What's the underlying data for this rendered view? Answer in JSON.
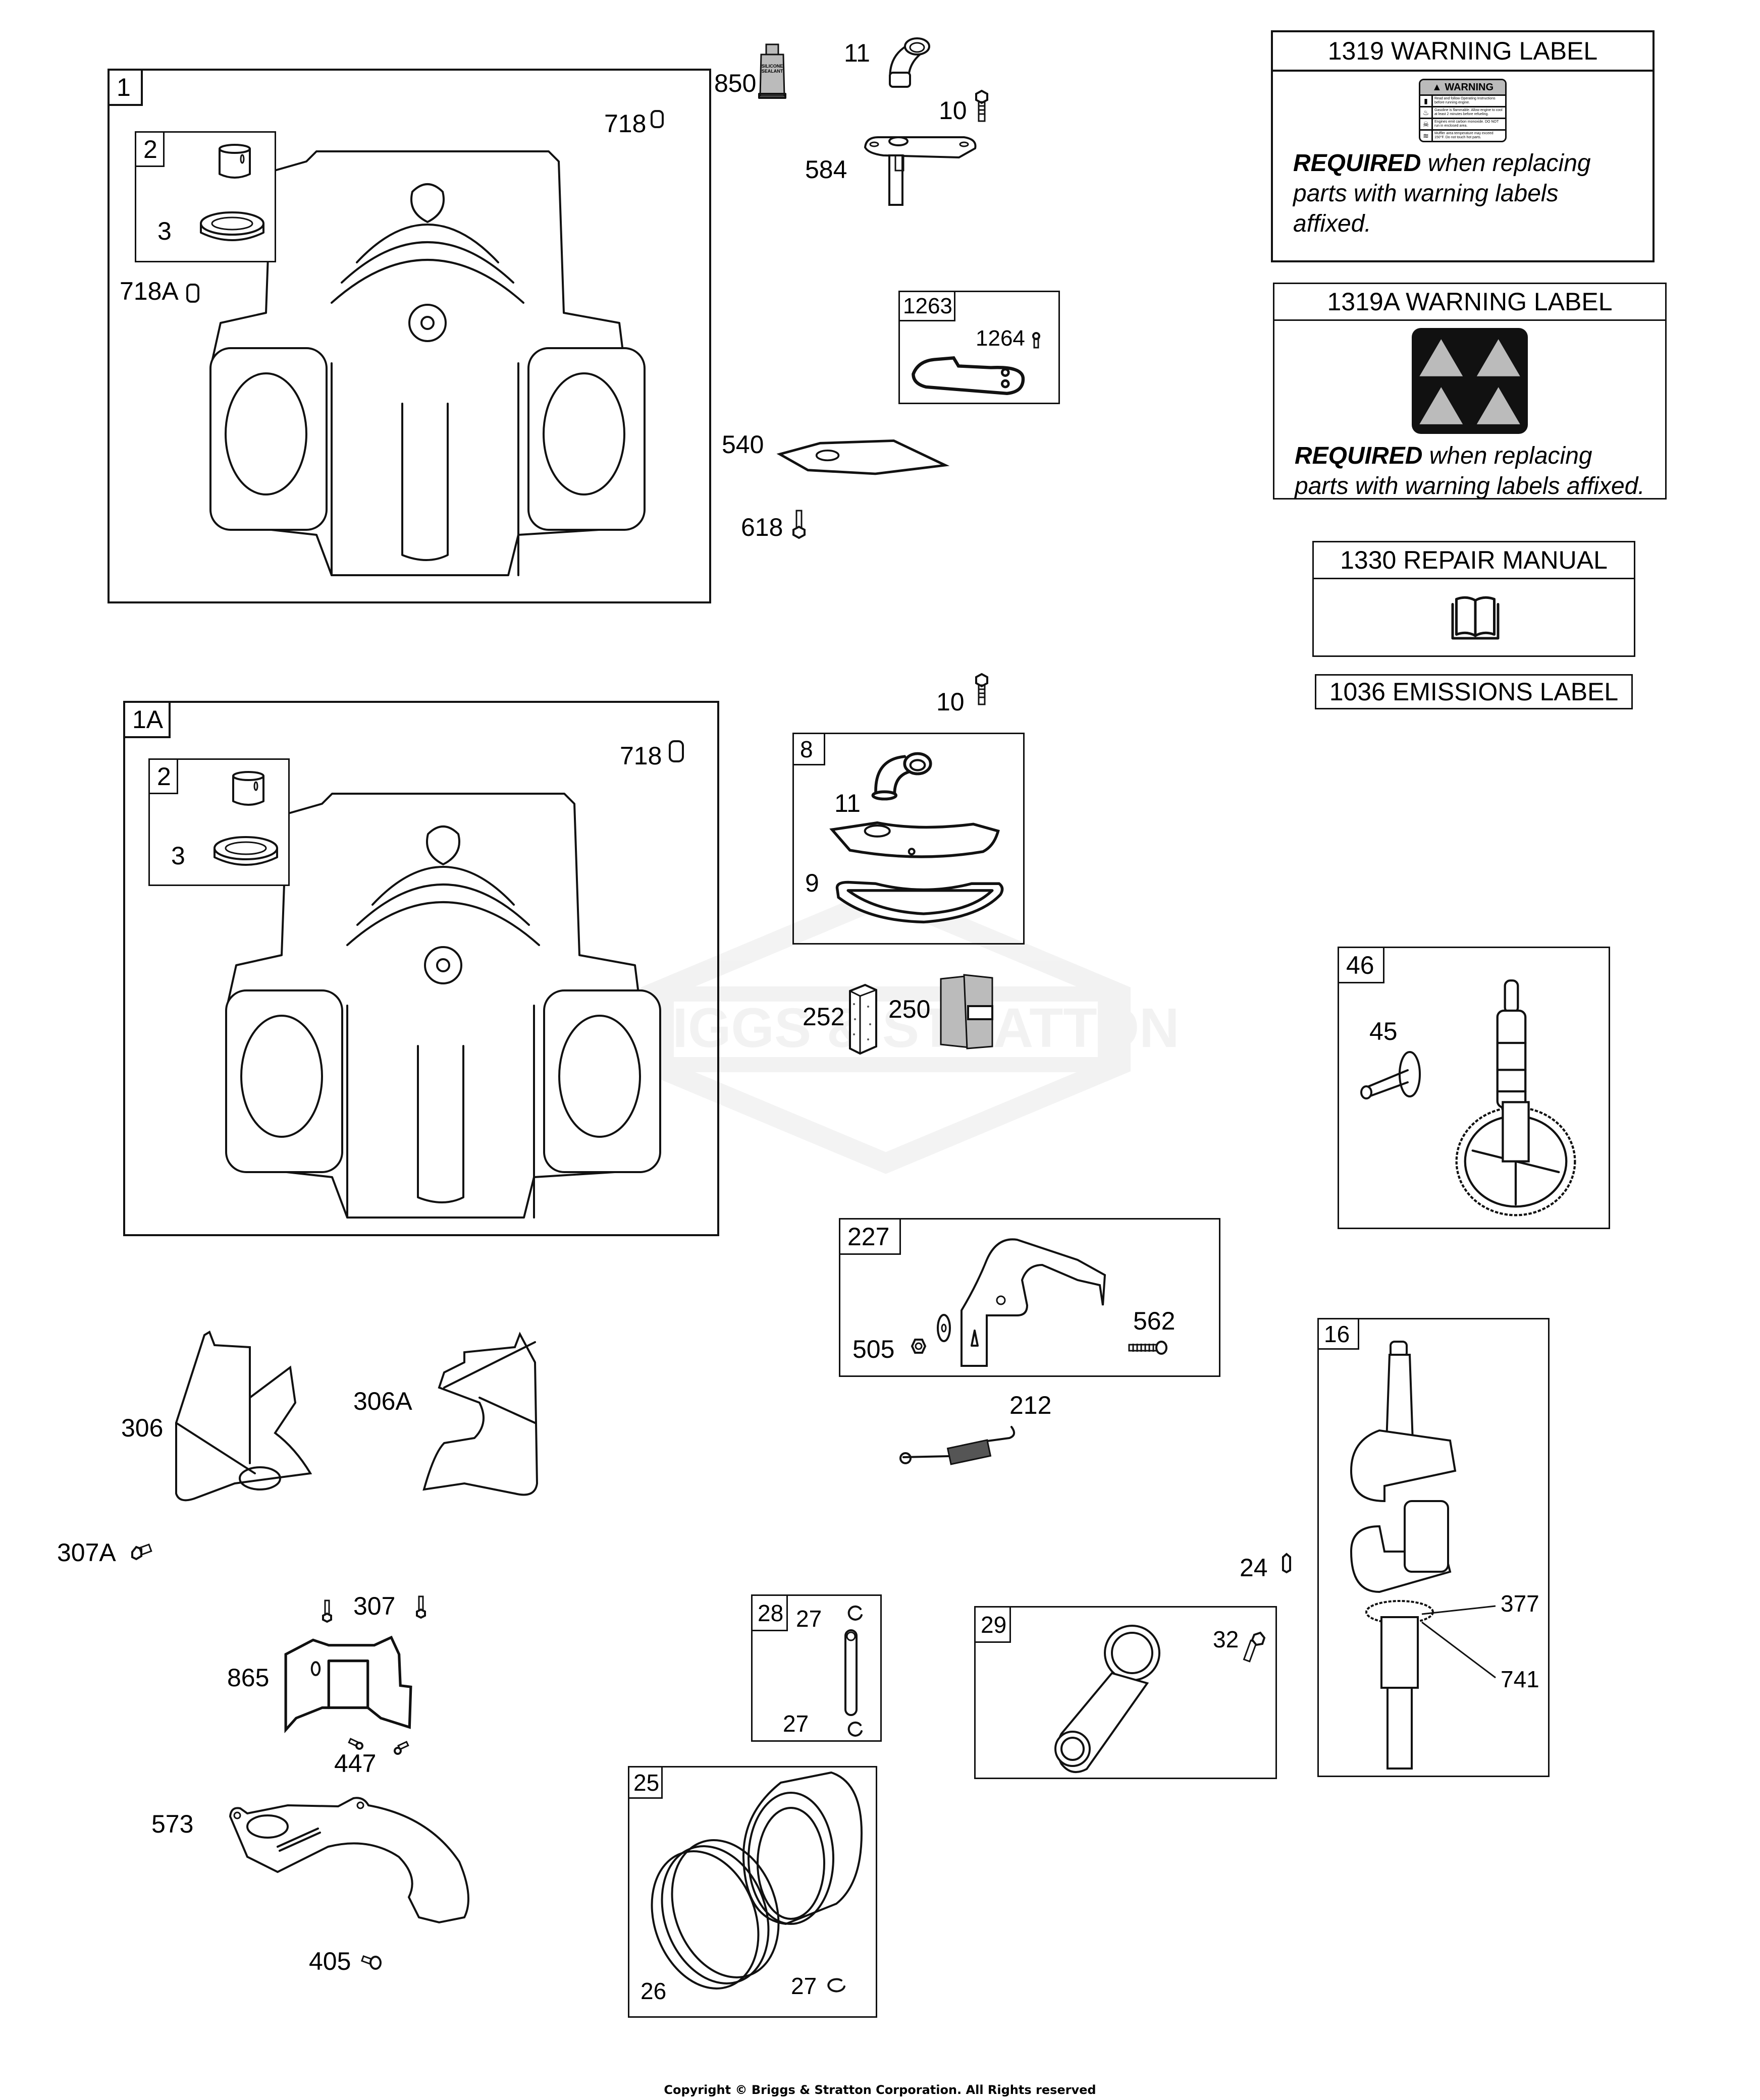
{
  "diagram": {
    "title": "Engine Parts Diagram - Cylinder, Crankshaft, Camshaft, Piston",
    "watermark_text": "BRIGGS & STRATTON",
    "copyright": "Copyright © Briggs & Stratton Corporation. All Rights reserved"
  },
  "groups": {
    "g1": {
      "ref": "1",
      "children": {
        "g2": "2",
        "p3": "3",
        "p718": "718",
        "p718a": "718A"
      }
    },
    "g1a": {
      "ref": "1A",
      "children": {
        "g2": "2",
        "p3": "3",
        "p718": "718"
      }
    },
    "g1263": {
      "ref": "1263",
      "children": {
        "p1264": "1264"
      }
    },
    "g8": {
      "ref": "8",
      "children": {
        "p11": "11",
        "p9": "9"
      }
    },
    "g46": {
      "ref": "46",
      "children": {
        "p45": "45"
      }
    },
    "g227": {
      "ref": "227",
      "children": {
        "p505": "505",
        "p562": "562"
      }
    },
    "g16": {
      "ref": "16",
      "children": {
        "p377": "377",
        "p741": "741"
      }
    },
    "g28": {
      "ref": "28",
      "children": {
        "p27a": "27",
        "p27b": "27"
      }
    },
    "g29": {
      "ref": "29",
      "children": {
        "p32": "32"
      }
    },
    "g25": {
      "ref": "25",
      "children": {
        "p26": "26",
        "p27": "27"
      }
    }
  },
  "loose_parts": {
    "p850": "850",
    "p11": "11",
    "p10a": "10",
    "p584": "584",
    "p540": "540",
    "p618": "618",
    "p10b": "10",
    "p252": "252",
    "p250": "250",
    "p306": "306",
    "p306a": "306A",
    "p307a": "307A",
    "p307": "307",
    "p865": "865",
    "p447": "447",
    "p573": "573",
    "p405": "405",
    "p212": "212",
    "p24": "24"
  },
  "sealant_text": [
    "SILICONE",
    "SEALANT"
  ],
  "labels": {
    "warning_1319": {
      "title": "1319 WARNING LABEL",
      "decal_header": "WARNING",
      "decal_rows": [
        "Read and follow Operating Instructions before running engine.",
        "Gasoline is flammable. Allow engine to cool at least 2 minutes before refueling.",
        "Engines emit carbon monoxide. DO NOT run in enclosed area.",
        "Muffler area temperature may exceed 150°F. Do not touch hot parts."
      ],
      "required_bold": "REQUIRED",
      "required_rest": "when replacing parts with warning labels affixed."
    },
    "warning_1319a": {
      "title": "1319A WARNING LABEL",
      "required_bold": "REQUIRED",
      "required_rest": "when replacing parts with warning labels affixed."
    },
    "repair_manual": {
      "title": "1330 REPAIR MANUAL",
      "icon": "book-icon"
    },
    "emissions": {
      "title": "1036 EMISSIONS LABEL"
    }
  },
  "colors": {
    "line": "#111111",
    "background": "#ffffff",
    "watermark": "#c8c8c8"
  }
}
